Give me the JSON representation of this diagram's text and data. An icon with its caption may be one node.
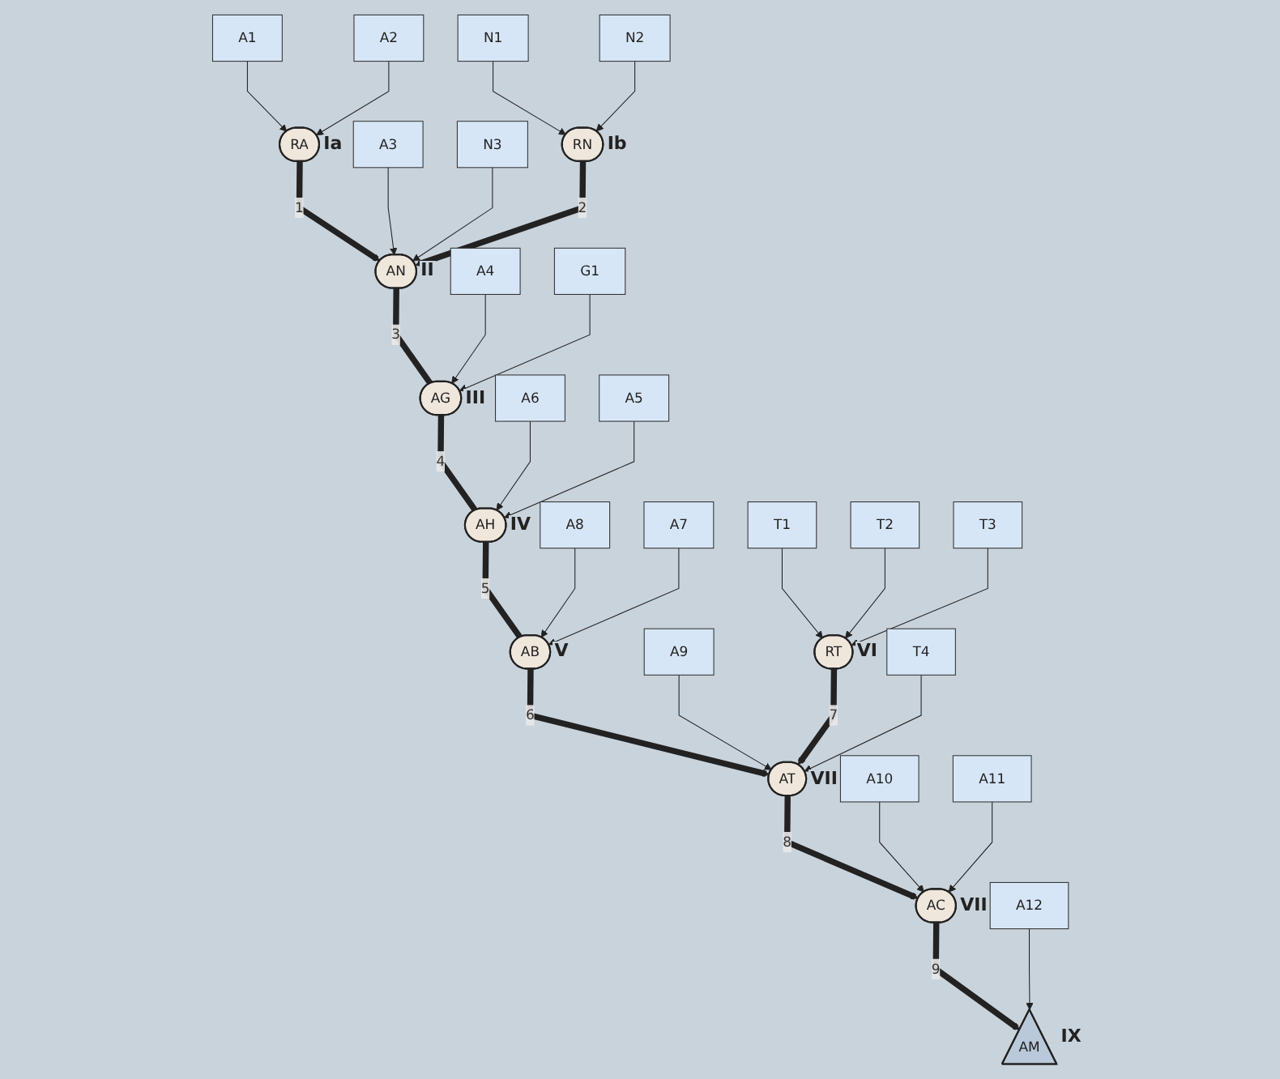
{
  "diagram": {
    "nodes": [
      {
        "text": [
          "A1"
        ]
      },
      {
        "text": [
          "RA"
        ],
        "beside": [
          "Ia"
        ]
      },
      {
        "text": [
          "A3"
        ]
      },
      {
        "text": [
          "N3"
        ]
      },
      {
        "text": [
          "RN"
        ],
        "beside": [
          "Ib"
        ]
      },
      {
        "text": [
          "N1"
        ]
      },
      {
        "text": [
          "A2"
        ]
      },
      {
        "text": [
          "N2"
        ]
      },
      {
        "text": [
          "AN"
        ],
        "beside": [
          "II"
        ]
      },
      {
        "text": [
          "A4"
        ]
      },
      {
        "text": [
          "AG"
        ],
        "beside": [
          "III"
        ]
      },
      {
        "text": [
          "G1"
        ]
      },
      {
        "text": [
          "A6"
        ]
      },
      {
        "text": [
          "AH"
        ],
        "beside": [
          "IV"
        ]
      },
      {
        "text": [
          "A5"
        ]
      },
      {
        "text": [
          "A8"
        ]
      },
      {
        "text": [
          "AB"
        ],
        "beside": [
          "V"
        ]
      },
      {
        "text": [
          "A7"
        ]
      },
      {
        "text": [
          "A9"
        ]
      },
      {
        "text": [
          "AT"
        ],
        "beside": [
          "VII"
        ]
      },
      {
        "text": [
          "RT"
        ],
        "beside": [
          "VI"
        ]
      },
      {
        "text": [
          "T1"
        ]
      },
      {
        "text": [
          "T2"
        ]
      },
      {
        "text": [
          "T4"
        ]
      },
      {
        "text": [
          "T3"
        ]
      },
      {
        "text": [
          "A10"
        ]
      },
      {
        "text": [
          "AC"
        ],
        "beside": [
          "VII"
        ]
      },
      {
        "text": [
          "A11"
        ]
      },
      {
        "text": [
          "A12"
        ]
      },
      {
        "text": [
          "AM"
        ],
        "beside": [
          "IX"
        ]
      }
    ],
    "edges": [
      {
        "from": 0,
        "to": 1,
        "arrow": "to"
      },
      {
        "from": 6,
        "to": 1,
        "arrow": "to"
      },
      {
        "from": 1,
        "to": 8,
        "arrow": "to",
        "label": "1",
        "style": "thick"
      },
      {
        "from": 2,
        "to": 8,
        "arrow": "to"
      },
      {
        "from": 3,
        "to": 8,
        "arrow": "to"
      },
      {
        "from": 4,
        "to": 8,
        "arrow": "to",
        "label": "2",
        "style": "thick"
      },
      {
        "from": 5,
        "to": 4,
        "arrow": "to"
      },
      {
        "from": 7,
        "to": 4,
        "arrow": "to"
      },
      {
        "from": 8,
        "to": 10,
        "arrow": "none",
        "label": "3",
        "style": "thick"
      },
      {
        "from": 9,
        "to": 10,
        "arrow": "to"
      },
      {
        "from": 11,
        "to": 10,
        "arrow": "to"
      },
      {
        "from": 10,
        "to": 13,
        "arrow": "none",
        "label": "4",
        "style": "thick"
      },
      {
        "from": 12,
        "to": 13,
        "arrow": "to"
      },
      {
        "from": 14,
        "to": 13,
        "arrow": "to"
      },
      {
        "from": 13,
        "to": 16,
        "arrow": "none",
        "label": "5",
        "style": "thick"
      },
      {
        "from": 15,
        "to": 16,
        "arrow": "to"
      },
      {
        "from": 17,
        "to": 16,
        "arrow": "to"
      },
      {
        "from": 16,
        "to": 19,
        "arrow": "to",
        "label": "6",
        "style": "thick"
      },
      {
        "from": 18,
        "to": 19,
        "arrow": "to"
      },
      {
        "from": 20,
        "to": 19,
        "arrow": "to",
        "label": "7",
        "style": "thick"
      },
      {
        "from": 23,
        "to": 19,
        "arrow": "to"
      },
      {
        "from": 21,
        "to": 20,
        "arrow": "to"
      },
      {
        "from": 22,
        "to": 20,
        "arrow": "to"
      },
      {
        "from": 24,
        "to": 20,
        "arrow": "to"
      },
      {
        "from": 19,
        "to": 26,
        "arrow": "to",
        "label": "8",
        "style": "thick"
      },
      {
        "from": 25,
        "to": 26,
        "arrow": "to"
      },
      {
        "from": 27,
        "to": 26,
        "arrow": "to"
      },
      {
        "from": 26,
        "to": 29,
        "arrow": "to",
        "label": "9",
        "style": "thick"
      },
      {
        "from": 28,
        "to": 29,
        "arrow": "to"
      }
    ]
  }
}
